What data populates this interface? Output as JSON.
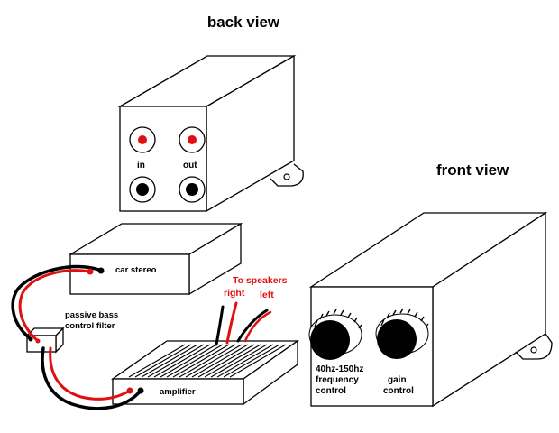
{
  "labels": {
    "back_view": "back view",
    "front_view": "front view",
    "in": "in",
    "out": "out",
    "car_stereo": "car stereo",
    "to_speakers": "To speakers",
    "right": "right",
    "left": "left",
    "passive_bass_line1": "passive bass",
    "passive_bass_line2": "control filter",
    "amplifier": "amplifier",
    "freq_line1": "40hz-150hz",
    "freq_line2": "frequency",
    "freq_line3": "control",
    "gain_line1": "gain",
    "gain_line2": "control"
  },
  "colors": {
    "wire_red": "#e01010",
    "wire_black": "#000000",
    "jack_red": "#e01010",
    "jack_black": "#000000",
    "speaker_text": "#e01010"
  },
  "icons": {
    "jacks": "rca-jack",
    "knobs": "rotary-knob"
  }
}
